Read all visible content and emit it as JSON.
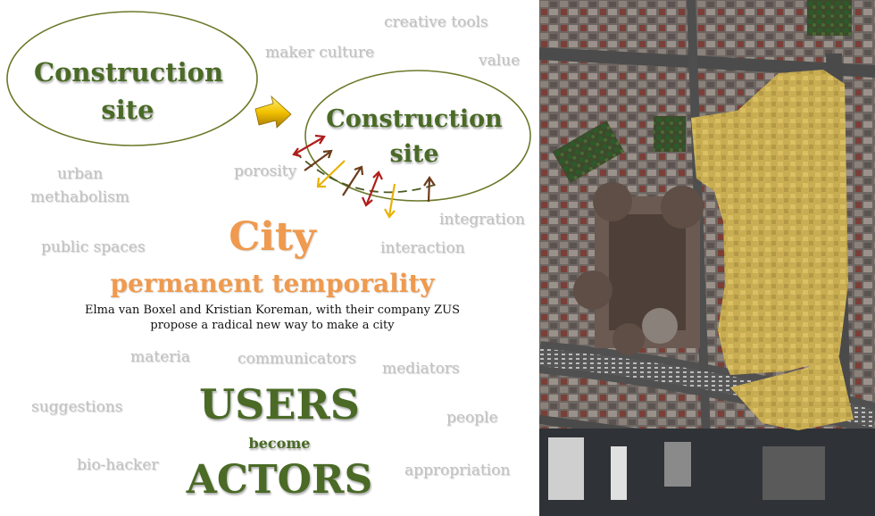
{
  "left_panel": {
    "ellipse_left_label": "Construction site",
    "ellipse_right_label": "Construction site",
    "keywords": {
      "creative_tools": "creative tools",
      "maker_culture": "maker culture",
      "value": "value",
      "urban": "urban",
      "methabolism": "methabolism",
      "porosity": "porosity",
      "integration": "integration",
      "public_spaces": "public spaces",
      "interaction": "interaction",
      "materia": "materia",
      "communicators": "communicators",
      "mediators": "mediators",
      "suggestions": "suggestions",
      "people": "people",
      "bio_hacker": "bio-hacker",
      "appropriation": "appropriation"
    },
    "city_title": "City",
    "subtitle": "permanent temporality",
    "caption_line1": "Elma van Boxel and Kristian Koreman, with their company ZUS",
    "caption_line2": "propose a radical new way to make a city",
    "users": "USERS",
    "become": "become",
    "actors": "ACTORS"
  },
  "colors": {
    "green": "#4a6a26",
    "orange": "#ef9a4e",
    "grey_words": "#c2c2c2",
    "arrow_gold": "#e9b200",
    "arrow_red": "#b01c1c",
    "arrow_brown": "#6b3d1c",
    "site_overlay": "#e3c04a"
  },
  "right_panel": {
    "type": "aerial satellite map with highlighted construction site area"
  }
}
